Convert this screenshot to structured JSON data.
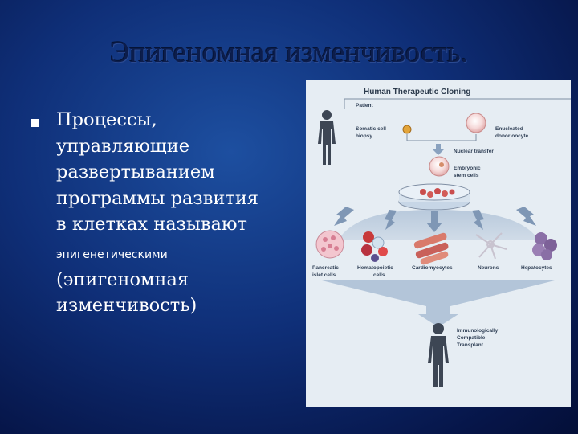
{
  "slide": {
    "title": "Эпигеномная изменчивость.",
    "bullet_lines": [
      "Процессы,",
      "управляющие",
      "развертыванием",
      "программы развития",
      "в клетках называют"
    ],
    "highlight_word": "эпигенетическими",
    "closing_lines": [
      "(эпигеномная",
      "изменчивость)"
    ]
  },
  "figure": {
    "title": "Human Therapeutic Cloning",
    "patient": "Patient",
    "somatic_cell": [
      "Somatic cell",
      "biopsy"
    ],
    "enucleated": [
      "Enucleated",
      "donor oocyte"
    ],
    "nuclear_transfer": "Nuclear transfer",
    "embryonic": [
      "Embryonic",
      "stem cells"
    ],
    "cell_types": {
      "pancreatic": [
        "Pancreatic",
        "islet cells"
      ],
      "hematopoietic": [
        "Hematopoietic",
        "cells"
      ],
      "cardiomyocytes": "Cardiomyocytes",
      "neurons": "Neurons",
      "hepatocytes": "Hepatocytes"
    },
    "transplant": [
      "Immunologically",
      "Compatible",
      "Transplant"
    ],
    "colors": {
      "background": "#e6edf3",
      "silhouette": "#3d4654",
      "arrow": "#8aa2bf"
    }
  }
}
